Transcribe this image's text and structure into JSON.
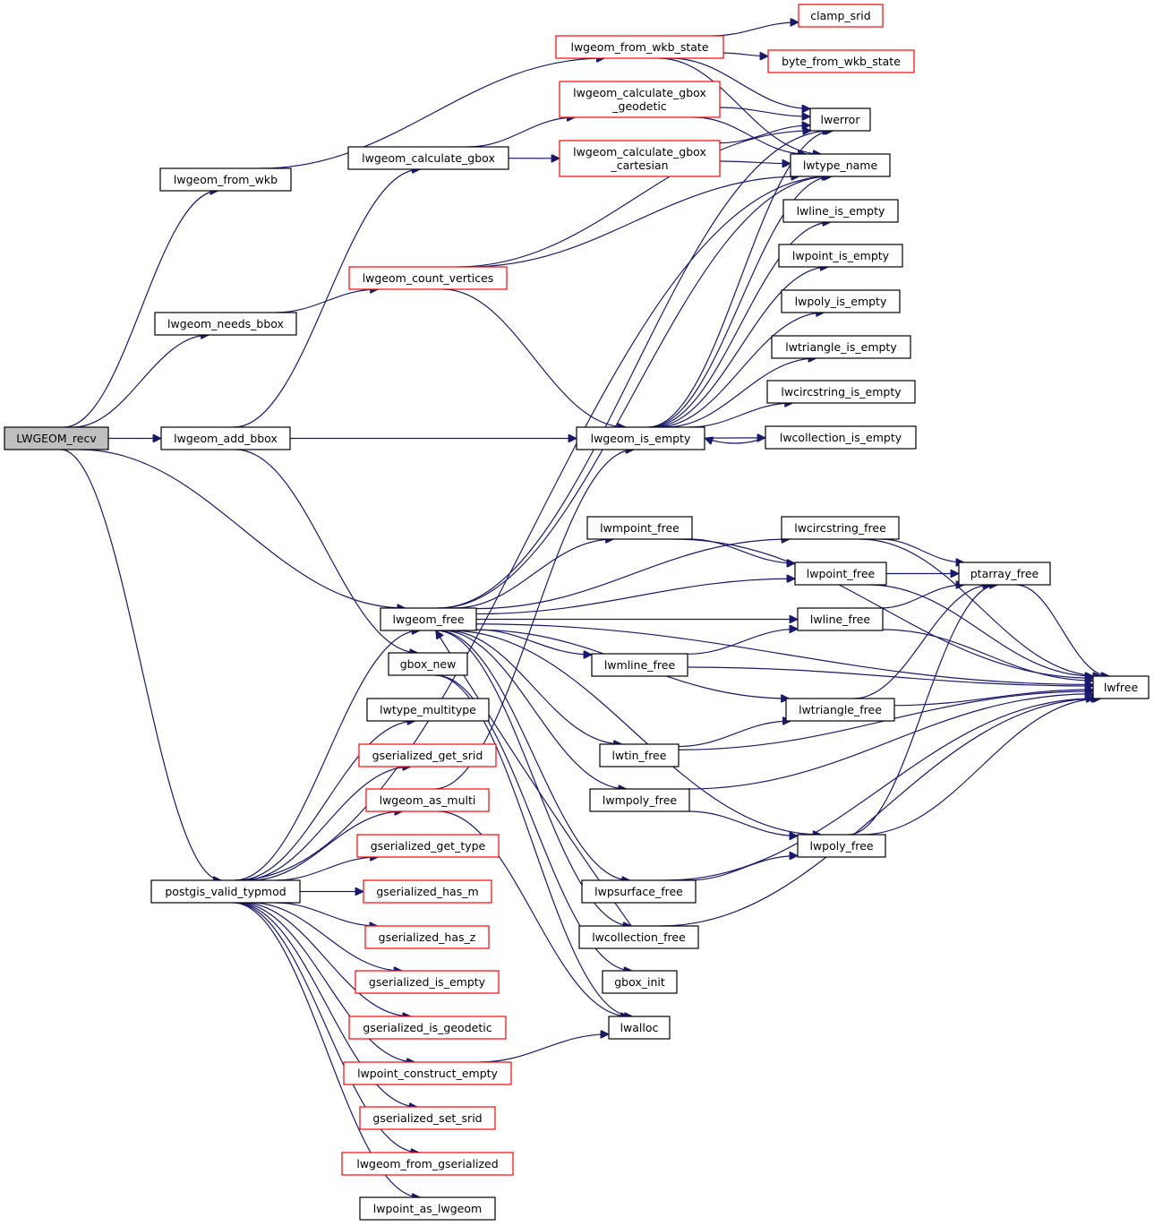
{
  "graph": {
    "type": "call-graph",
    "root": "LWGEOM_recv",
    "colors": {
      "edge": "#191970",
      "root_fill": "#bfbfbf",
      "node_border": "#000000",
      "external_node_border": "#ff0000"
    },
    "nodes": [
      {
        "id": "LWGEOM_recv",
        "label": "LWGEOM_recv",
        "kind": "root"
      },
      {
        "id": "lwgeom_from_wkb",
        "label": "lwgeom_from_wkb",
        "kind": "normal"
      },
      {
        "id": "lwgeom_needs_bbox",
        "label": "lwgeom_needs_bbox",
        "kind": "normal"
      },
      {
        "id": "lwgeom_add_bbox",
        "label": "lwgeom_add_bbox",
        "kind": "normal"
      },
      {
        "id": "postgis_valid_typmod",
        "label": "postgis_valid_typmod",
        "kind": "normal"
      },
      {
        "id": "lwgeom_from_wkb_state",
        "label": "lwgeom_from_wkb_state",
        "kind": "external"
      },
      {
        "id": "lwgeom_calculate_gbox",
        "label": "lwgeom_calculate_gbox",
        "kind": "normal"
      },
      {
        "id": "lwgeom_count_vertices",
        "label": "lwgeom_count_vertices",
        "kind": "external"
      },
      {
        "id": "lwgeom_calculate_gbox_geodetic",
        "label": [
          "lwgeom_calculate_gbox",
          "_geodetic"
        ],
        "kind": "external"
      },
      {
        "id": "lwgeom_calculate_gbox_cartesian",
        "label": [
          "lwgeom_calculate_gbox",
          "_cartesian"
        ],
        "kind": "external"
      },
      {
        "id": "clamp_srid",
        "label": "clamp_srid",
        "kind": "external"
      },
      {
        "id": "byte_from_wkb_state",
        "label": "byte_from_wkb_state",
        "kind": "external"
      },
      {
        "id": "lwerror",
        "label": "lwerror",
        "kind": "normal"
      },
      {
        "id": "lwtype_name",
        "label": "lwtype_name",
        "kind": "normal"
      },
      {
        "id": "lwline_is_empty",
        "label": "lwline_is_empty",
        "kind": "normal"
      },
      {
        "id": "lwpoint_is_empty",
        "label": "lwpoint_is_empty",
        "kind": "normal"
      },
      {
        "id": "lwpoly_is_empty",
        "label": "lwpoly_is_empty",
        "kind": "normal"
      },
      {
        "id": "lwtriangle_is_empty",
        "label": "lwtriangle_is_empty",
        "kind": "normal"
      },
      {
        "id": "lwcircstring_is_empty",
        "label": "lwcircstring_is_empty",
        "kind": "normal"
      },
      {
        "id": "lwcollection_is_empty",
        "label": "lwcollection_is_empty",
        "kind": "normal"
      },
      {
        "id": "lwgeom_is_empty",
        "label": "lwgeom_is_empty",
        "kind": "normal"
      },
      {
        "id": "lwgeom_free",
        "label": "lwgeom_free",
        "kind": "normal"
      },
      {
        "id": "gbox_new",
        "label": "gbox_new",
        "kind": "normal"
      },
      {
        "id": "lwtype_multitype",
        "label": "lwtype_multitype",
        "kind": "normal"
      },
      {
        "id": "gserialized_get_srid",
        "label": "gserialized_get_srid",
        "kind": "external"
      },
      {
        "id": "lwgeom_as_multi",
        "label": "lwgeom_as_multi",
        "kind": "external"
      },
      {
        "id": "gserialized_get_type",
        "label": "gserialized_get_type",
        "kind": "external"
      },
      {
        "id": "gserialized_has_m",
        "label": "gserialized_has_m",
        "kind": "external"
      },
      {
        "id": "gserialized_has_z",
        "label": "gserialized_has_z",
        "kind": "external"
      },
      {
        "id": "gserialized_is_empty",
        "label": "gserialized_is_empty",
        "kind": "external"
      },
      {
        "id": "gserialized_is_geodetic",
        "label": "gserialized_is_geodetic",
        "kind": "external"
      },
      {
        "id": "lwpoint_construct_empty",
        "label": "lwpoint_construct_empty",
        "kind": "external"
      },
      {
        "id": "gserialized_set_srid",
        "label": "gserialized_set_srid",
        "kind": "external"
      },
      {
        "id": "lwgeom_from_gserialized",
        "label": "lwgeom_from_gserialized",
        "kind": "external"
      },
      {
        "id": "lwpoint_as_lwgeom",
        "label": "lwpoint_as_lwgeom",
        "kind": "normal"
      },
      {
        "id": "lwmpoint_free",
        "label": "lwmpoint_free",
        "kind": "normal"
      },
      {
        "id": "lwcircstring_free",
        "label": "lwcircstring_free",
        "kind": "normal"
      },
      {
        "id": "lwpoint_free",
        "label": "lwpoint_free",
        "kind": "normal"
      },
      {
        "id": "ptarray_free",
        "label": "ptarray_free",
        "kind": "normal"
      },
      {
        "id": "lwline_free",
        "label": "lwline_free",
        "kind": "normal"
      },
      {
        "id": "lwmline_free",
        "label": "lwmline_free",
        "kind": "normal"
      },
      {
        "id": "lwfree",
        "label": "lwfree",
        "kind": "normal"
      },
      {
        "id": "lwtriangle_free",
        "label": "lwtriangle_free",
        "kind": "normal"
      },
      {
        "id": "lwtin_free",
        "label": "lwtin_free",
        "kind": "normal"
      },
      {
        "id": "lwmpoly_free",
        "label": "lwmpoly_free",
        "kind": "normal"
      },
      {
        "id": "lwpoly_free",
        "label": "lwpoly_free",
        "kind": "normal"
      },
      {
        "id": "lwpsurface_free",
        "label": "lwpsurface_free",
        "kind": "normal"
      },
      {
        "id": "lwcollection_free",
        "label": "lwcollection_free",
        "kind": "normal"
      },
      {
        "id": "gbox_init",
        "label": "gbox_init",
        "kind": "normal"
      },
      {
        "id": "lwalloc",
        "label": "lwalloc",
        "kind": "normal"
      }
    ],
    "edges": [
      [
        "LWGEOM_recv",
        "lwgeom_from_wkb"
      ],
      [
        "LWGEOM_recv",
        "lwgeom_needs_bbox"
      ],
      [
        "LWGEOM_recv",
        "lwgeom_add_bbox"
      ],
      [
        "LWGEOM_recv",
        "lwgeom_free"
      ],
      [
        "LWGEOM_recv",
        "postgis_valid_typmod"
      ],
      [
        "lwgeom_from_wkb",
        "lwgeom_from_wkb_state"
      ],
      [
        "lwgeom_needs_bbox",
        "lwgeom_count_vertices"
      ],
      [
        "lwgeom_add_bbox",
        "lwgeom_calculate_gbox"
      ],
      [
        "lwgeom_add_bbox",
        "lwgeom_is_empty"
      ],
      [
        "lwgeom_add_bbox",
        "gbox_new"
      ],
      [
        "lwgeom_calculate_gbox",
        "lwgeom_calculate_gbox_geodetic"
      ],
      [
        "lwgeom_calculate_gbox",
        "lwgeom_calculate_gbox_cartesian"
      ],
      [
        "lwgeom_from_wkb_state",
        "clamp_srid"
      ],
      [
        "lwgeom_from_wkb_state",
        "byte_from_wkb_state"
      ],
      [
        "lwgeom_from_wkb_state",
        "lwerror"
      ],
      [
        "lwgeom_from_wkb_state",
        "lwtype_name"
      ],
      [
        "lwgeom_calculate_gbox_geodetic",
        "lwerror"
      ],
      [
        "lwgeom_calculate_gbox_geodetic",
        "lwtype_name"
      ],
      [
        "lwgeom_calculate_gbox_cartesian",
        "lwerror"
      ],
      [
        "lwgeom_calculate_gbox_cartesian",
        "lwtype_name"
      ],
      [
        "lwgeom_count_vertices",
        "lwerror"
      ],
      [
        "lwgeom_count_vertices",
        "lwtype_name"
      ],
      [
        "lwgeom_count_vertices",
        "lwgeom_is_empty"
      ],
      [
        "lwgeom_is_empty",
        "lwerror"
      ],
      [
        "lwgeom_is_empty",
        "lwtype_name"
      ],
      [
        "lwgeom_is_empty",
        "lwline_is_empty"
      ],
      [
        "lwgeom_is_empty",
        "lwpoint_is_empty"
      ],
      [
        "lwgeom_is_empty",
        "lwpoly_is_empty"
      ],
      [
        "lwgeom_is_empty",
        "lwtriangle_is_empty"
      ],
      [
        "lwgeom_is_empty",
        "lwcircstring_is_empty"
      ],
      [
        "lwgeom_is_empty",
        "lwcollection_is_empty"
      ],
      [
        "lwcollection_is_empty",
        "lwgeom_is_empty"
      ],
      [
        "lwgeom_free",
        "lwerror"
      ],
      [
        "lwgeom_free",
        "lwtype_name"
      ],
      [
        "lwgeom_free",
        "lwmpoint_free"
      ],
      [
        "lwgeom_free",
        "lwcircstring_free"
      ],
      [
        "lwgeom_free",
        "lwpoint_free"
      ],
      [
        "lwgeom_free",
        "lwline_free"
      ],
      [
        "lwgeom_free",
        "lwmline_free"
      ],
      [
        "lwgeom_free",
        "lwtriangle_free"
      ],
      [
        "lwgeom_free",
        "lwtin_free"
      ],
      [
        "lwgeom_free",
        "lwmpoly_free"
      ],
      [
        "lwgeom_free",
        "lwpoly_free"
      ],
      [
        "lwgeom_free",
        "lwpsurface_free"
      ],
      [
        "lwgeom_free",
        "lwcollection_free"
      ],
      [
        "lwgeom_free",
        "lwfree"
      ],
      [
        "lwcollection_free",
        "lwgeom_free"
      ],
      [
        "gbox_new",
        "lwalloc"
      ],
      [
        "lwgeom_as_multi",
        "lwgeom_is_empty"
      ],
      [
        "lwgeom_as_multi",
        "lwalloc"
      ],
      [
        "postgis_valid_typmod",
        "lwgeom_free"
      ],
      [
        "postgis_valid_typmod",
        "lwtype_name"
      ],
      [
        "postgis_valid_typmod",
        "lwtype_multitype"
      ],
      [
        "postgis_valid_typmod",
        "gserialized_get_srid"
      ],
      [
        "postgis_valid_typmod",
        "lwgeom_as_multi"
      ],
      [
        "postgis_valid_typmod",
        "gserialized_get_type"
      ],
      [
        "postgis_valid_typmod",
        "gserialized_has_m"
      ],
      [
        "postgis_valid_typmod",
        "gserialized_has_z"
      ],
      [
        "postgis_valid_typmod",
        "gserialized_is_empty"
      ],
      [
        "postgis_valid_typmod",
        "gserialized_is_geodetic"
      ],
      [
        "postgis_valid_typmod",
        "lwpoint_construct_empty"
      ],
      [
        "postgis_valid_typmod",
        "gserialized_set_srid"
      ],
      [
        "postgis_valid_typmod",
        "lwgeom_from_gserialized"
      ],
      [
        "postgis_valid_typmod",
        "lwpoint_as_lwgeom"
      ],
      [
        "lwpoint_construct_empty",
        "lwalloc"
      ],
      [
        "lwmpoint_free",
        "lwpoint_free"
      ],
      [
        "lwmpoint_free",
        "lwfree"
      ],
      [
        "lwcircstring_free",
        "ptarray_free"
      ],
      [
        "lwcircstring_free",
        "lwfree"
      ],
      [
        "lwpoint_free",
        "ptarray_free"
      ],
      [
        "lwpoint_free",
        "lwfree"
      ],
      [
        "ptarray_free",
        "lwfree"
      ],
      [
        "lwline_free",
        "ptarray_free"
      ],
      [
        "lwline_free",
        "lwfree"
      ],
      [
        "lwmline_free",
        "lwline_free"
      ],
      [
        "lwmline_free",
        "lwfree"
      ],
      [
        "lwtriangle_free",
        "ptarray_free"
      ],
      [
        "lwtriangle_free",
        "lwfree"
      ],
      [
        "lwtin_free",
        "lwtriangle_free"
      ],
      [
        "lwtin_free",
        "lwfree"
      ],
      [
        "lwmpoly_free",
        "lwpoly_free"
      ],
      [
        "lwmpoly_free",
        "lwfree"
      ],
      [
        "lwpoly_free",
        "ptarray_free"
      ],
      [
        "lwpoly_free",
        "lwfree"
      ],
      [
        "lwpsurface_free",
        "lwpoly_free"
      ],
      [
        "lwpsurface_free",
        "lwfree"
      ],
      [
        "lwcollection_free",
        "lwfree"
      ],
      [
        "gbox_new",
        "gbox_init"
      ]
    ]
  }
}
